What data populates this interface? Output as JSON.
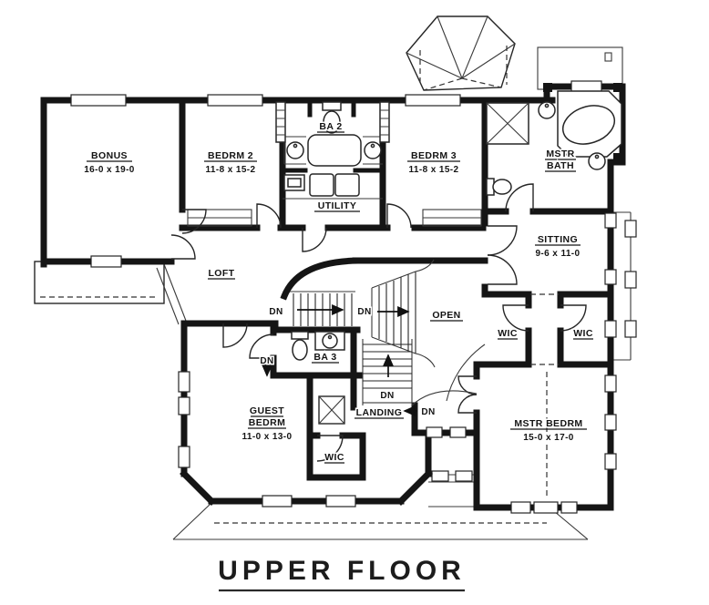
{
  "title": "UPPER FLOOR",
  "plan": {
    "rooms": {
      "bonus": {
        "name": "BONUS",
        "dims": "16-0 x 19-0"
      },
      "bedrm2": {
        "name": "BEDRM 2",
        "dims": "11-8 x 15-2"
      },
      "ba2": {
        "name": "BA 2"
      },
      "utility": {
        "name": "UTILITY"
      },
      "bedrm3": {
        "name": "BEDRM 3",
        "dims": "11-8 x 15-2"
      },
      "mstr_bath": {
        "line1": "MSTR",
        "line2": "BATH"
      },
      "sitting": {
        "name": "SITTING",
        "dims": "9-6 x 11-0"
      },
      "wic_left": {
        "name": "WIC"
      },
      "wic_right": {
        "name": "WIC"
      },
      "loft": {
        "name": "LOFT"
      },
      "open": {
        "name": "OPEN"
      },
      "ba3": {
        "name": "BA 3"
      },
      "landing": {
        "name": "LANDING"
      },
      "guest": {
        "line1": "GUEST",
        "line2": "BEDRM",
        "dims": "11-0 x 13-0"
      },
      "wic_guest": {
        "name": "WIC"
      },
      "mstr_bedrm": {
        "name": "MSTR BEDRM",
        "dims": "15-0 x 17-0"
      }
    },
    "stair_label": "DN",
    "colors": {
      "wall": "#151515",
      "line": "#262626",
      "background": "#ffffff"
    }
  }
}
